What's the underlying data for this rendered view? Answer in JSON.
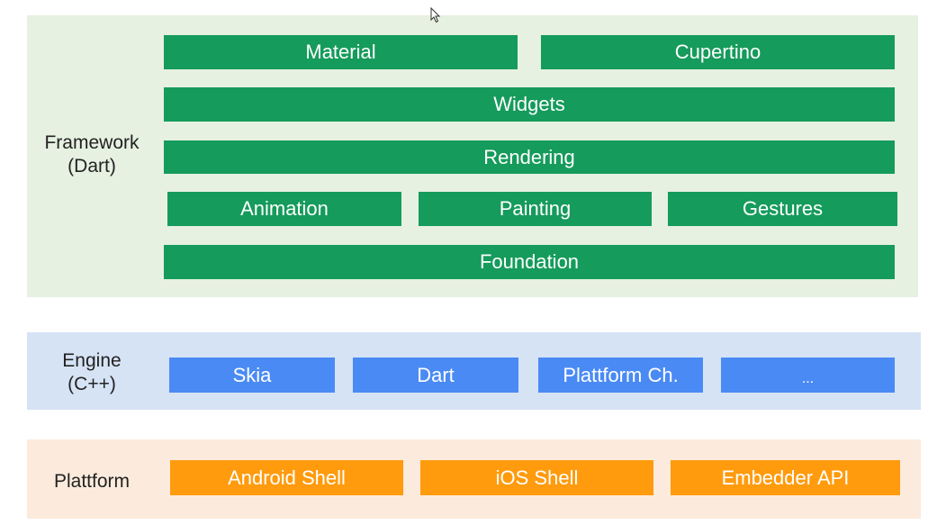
{
  "framework": {
    "label": "Framework\n(Dart)",
    "blocks": {
      "material": "Material",
      "cupertino": "Cupertino",
      "widgets": "Widgets",
      "rendering": "Rendering",
      "animation": "Animation",
      "painting": "Painting",
      "gestures": "Gestures",
      "foundation": "Foundation"
    }
  },
  "engine": {
    "label": "Engine\n(C++)",
    "blocks": {
      "skia": "Skia",
      "dart": "Dart",
      "platform_channels": "Plattform Ch.",
      "more": "..."
    }
  },
  "platform": {
    "label": "Plattform",
    "blocks": {
      "android_shell": "Android Shell",
      "ios_shell": "iOS Shell",
      "embedder_api": "Embedder API"
    }
  },
  "colors": {
    "framework_bg": "#e6f1e1",
    "framework_block": "#159b5b",
    "engine_bg": "#d6e3f5",
    "engine_block": "#4a8af4",
    "platform_bg": "#fcebdc",
    "platform_block": "#ff9b0d"
  },
  "icons": {
    "cursor": "mouse-pointer-icon"
  }
}
